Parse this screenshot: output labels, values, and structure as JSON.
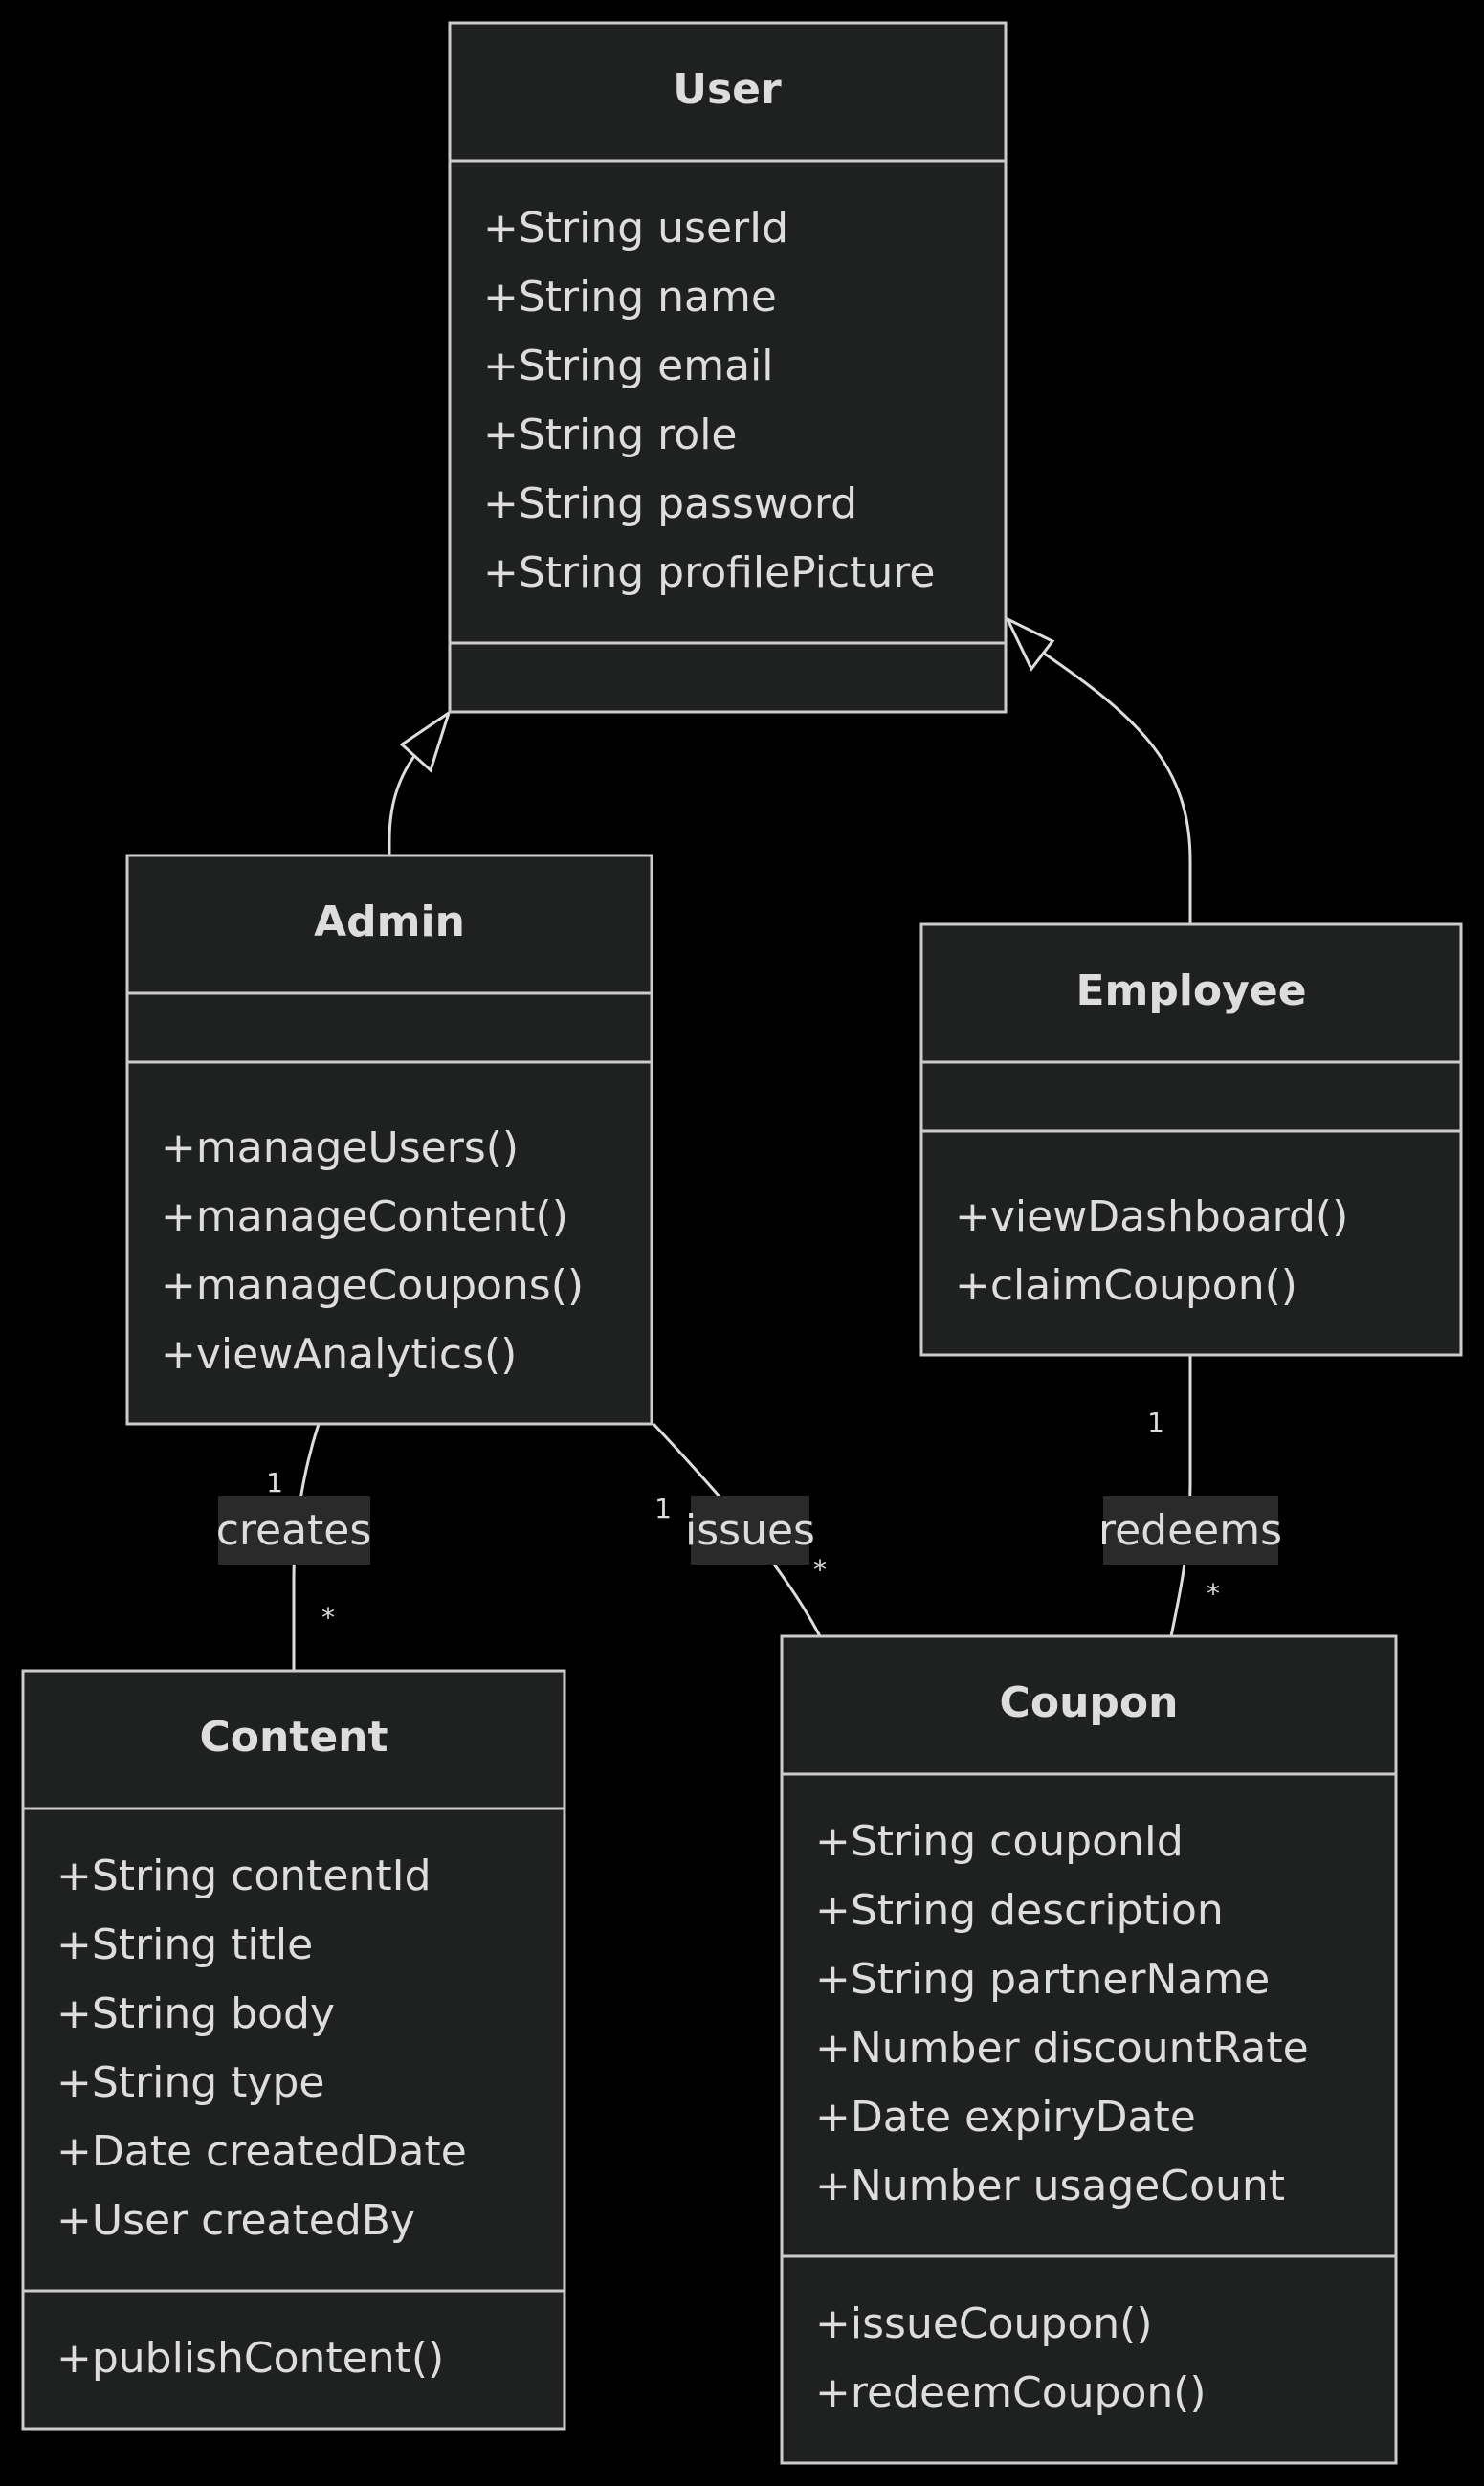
{
  "classes": {
    "user": {
      "name": "User",
      "attributes": [
        "+String userId",
        "+String name",
        "+String email",
        "+String role",
        "+String password",
        "+String profilePicture"
      ],
      "methods": []
    },
    "admin": {
      "name": "Admin",
      "attributes": [],
      "methods": [
        "+manageUsers()",
        "+manageContent()",
        "+manageCoupons()",
        "+viewAnalytics()"
      ]
    },
    "employee": {
      "name": "Employee",
      "attributes": [],
      "methods": [
        "+viewDashboard()",
        "+claimCoupon()"
      ]
    },
    "content": {
      "name": "Content",
      "attributes": [
        "+String contentId",
        "+String title",
        "+String body",
        "+String type",
        "+Date createdDate",
        "+User createdBy"
      ],
      "methods": [
        "+publishContent()"
      ]
    },
    "coupon": {
      "name": "Coupon",
      "attributes": [
        "+String couponId",
        "+String description",
        "+String partnerName",
        "+Number discountRate",
        "+Date expiryDate",
        "+Number usageCount"
      ],
      "methods": [
        "+issueCoupon()",
        "+redeemCoupon()"
      ]
    }
  },
  "relations": {
    "creates": {
      "label": "creates",
      "source_mult": "1",
      "target_mult": "*"
    },
    "issues": {
      "label": "issues",
      "source_mult": "1",
      "target_mult": "*"
    },
    "redeems": {
      "label": "redeems",
      "source_mult": "1",
      "target_mult": "*"
    }
  },
  "colors": {
    "background": "#000000",
    "box_fill": "#1f2020",
    "box_stroke": "#cccccc",
    "text": "#dddddd",
    "label_background": "#2a2a2a"
  }
}
